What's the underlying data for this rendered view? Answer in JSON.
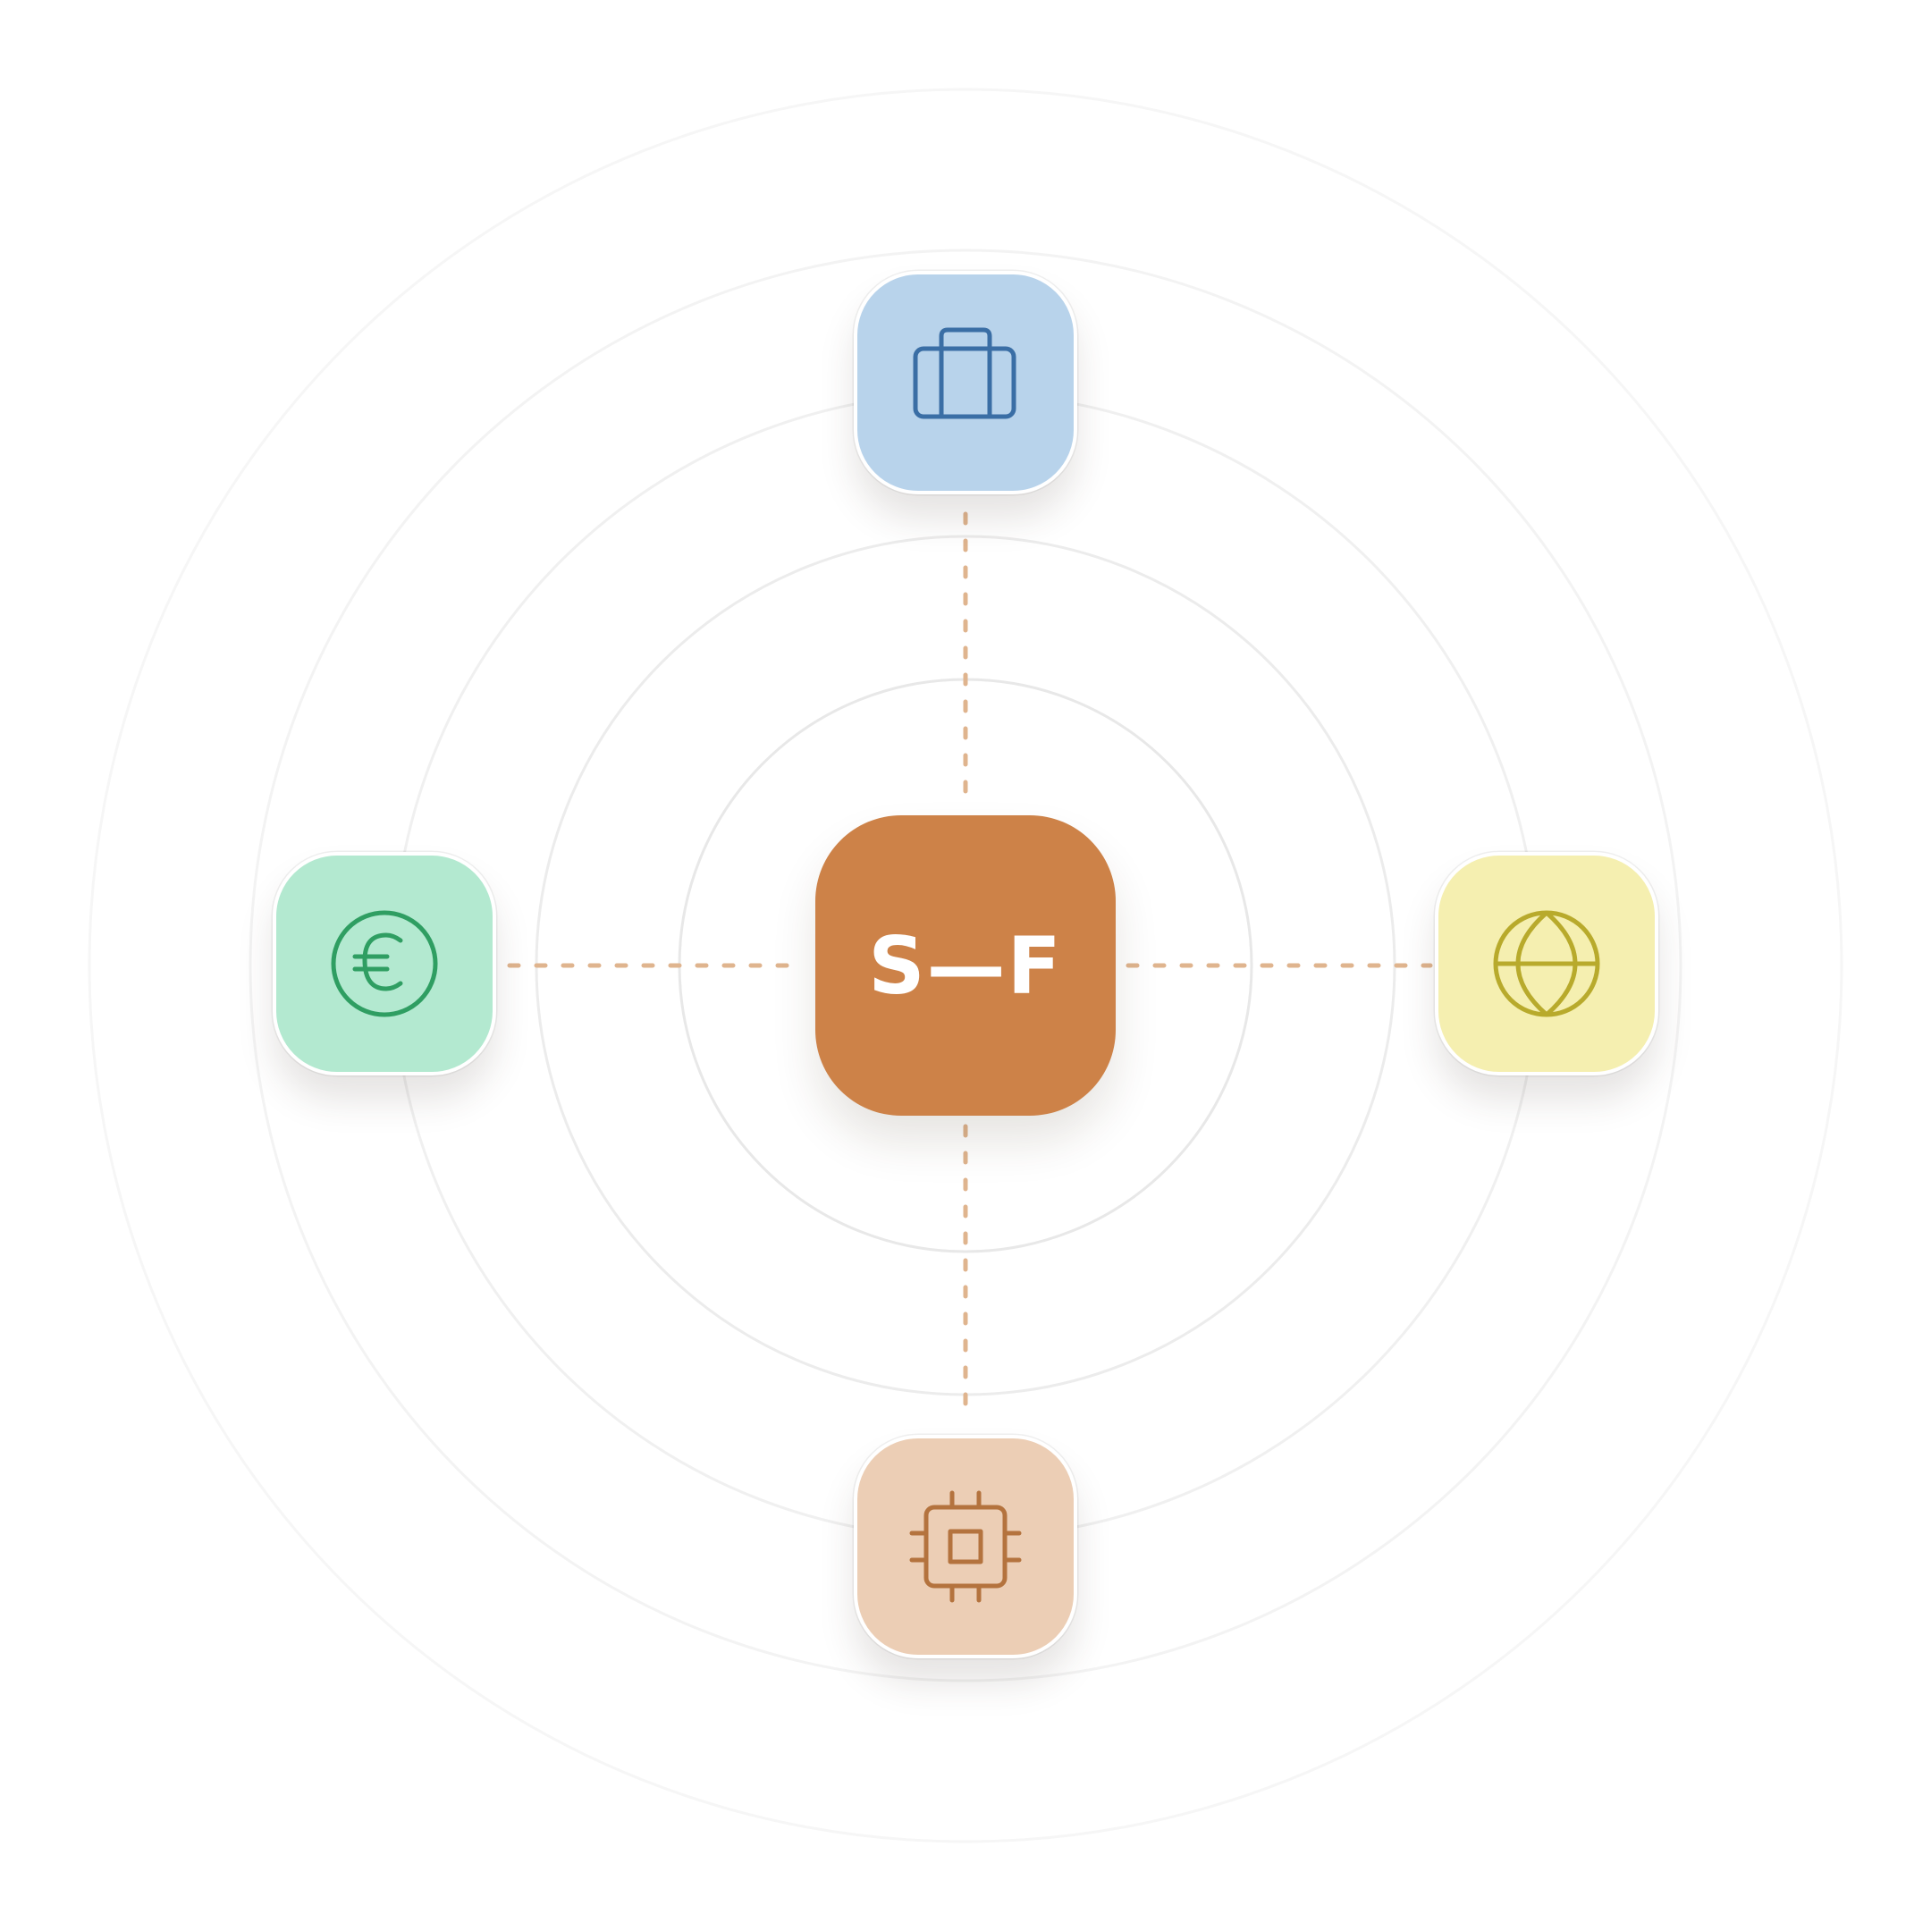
{
  "hub": {
    "label": "S—F",
    "color": "#cd8248"
  },
  "connector_color": "#dfb48e",
  "ring_color": "#e9e9e9",
  "nodes": [
    {
      "id": "top",
      "icon": "briefcase-icon",
      "fill": "#b8d3eb",
      "stroke": "#3a6ea5"
    },
    {
      "id": "left",
      "icon": "euro-coin-icon",
      "fill": "#b3e9d0",
      "stroke": "#2f9e62"
    },
    {
      "id": "right",
      "icon": "globe-icon",
      "fill": "#f5efb0",
      "stroke": "#b8aa2c"
    },
    {
      "id": "bottom",
      "icon": "cpu-chip-icon",
      "fill": "#ecceb5",
      "stroke": "#b4733e"
    }
  ]
}
